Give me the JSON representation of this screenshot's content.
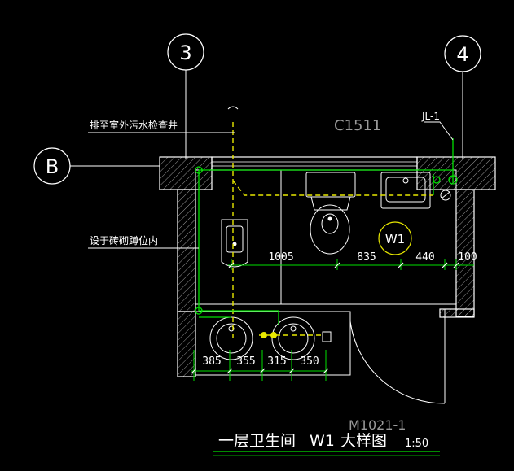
{
  "axes": {
    "grid_3": "3",
    "grid_4": "4",
    "grid_b": "B"
  },
  "labels": {
    "window": "C1511",
    "riser": "JL-1",
    "drain_note": "排至室外污水检查井",
    "squat_note": "设于砖砌蹲位内",
    "unit_tag": "W1",
    "door": "M1021-1"
  },
  "dimensions": {
    "upper": [
      "1005",
      "835",
      "440",
      "100"
    ],
    "lower": [
      "385",
      "355",
      "315",
      "350"
    ]
  },
  "title": {
    "main": "一层卫生间",
    "tag": "W1",
    "suffix": "大样图",
    "scale": "1:50"
  },
  "colors": {
    "background": "#000000",
    "wall": "#ffffff",
    "hatch": "#bfbfbf",
    "pipe_green": "#00e000",
    "pipe_yellow": "#e8e800",
    "text": "#ffffff",
    "axis": "#ffffff"
  }
}
